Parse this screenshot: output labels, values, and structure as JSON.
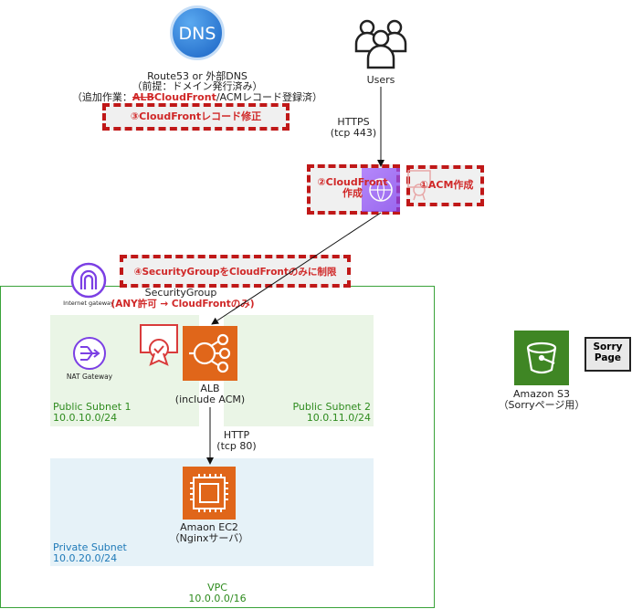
{
  "dns": {
    "icon_text": "DNS",
    "line1": "Route53 or 外部DNS",
    "line2": "（前提：ドメイン発行済み）",
    "line3_prefix": "（追加作業：",
    "line3_strike": "ALB",
    "line3_red": "CloudFront",
    "line3_suffix": "/ACMレコード登録済）"
  },
  "users": {
    "label": "Users"
  },
  "https_label": {
    "line1": "HTTPS",
    "line2": "(tcp 443)"
  },
  "annotations": {
    "a3": "③CloudFrontレコード修正",
    "a2_line1": "②CloudFront",
    "a2_line2": "作成",
    "a1": "①ACM作成",
    "a4": "④SecurityGroupをCloudFrontのみに制限"
  },
  "igw": {
    "label": "Internet gateway"
  },
  "security_group": {
    "label": "SecurityGroup",
    "note": "(ANY許可 → CloudFrontのみ)"
  },
  "nat": {
    "label": "NAT Gateway"
  },
  "alb": {
    "line1": "ALB",
    "line2": "(include ACM)"
  },
  "subnets": {
    "pub1_name": "Public Subnet 1",
    "pub1_cidr": "10.0.10.0/24",
    "pub2_name": "Public Subnet 2",
    "pub2_cidr": "10.0.11.0/24",
    "priv_name": "Private Subnet",
    "priv_cidr": "10.0.20.0/24"
  },
  "http_label": {
    "line1": "HTTP",
    "line2": "(tcp 80)"
  },
  "ec2": {
    "line1": "Amaon EC2",
    "line2": "（Nginxサーバ）"
  },
  "vpc": {
    "name": "VPC",
    "cidr": "10.0.0.0/16"
  },
  "s3": {
    "line1": "Amazon S3",
    "line2": "（Sorryページ用）"
  },
  "sorry": {
    "line1": "Sorry",
    "line2": "Page"
  },
  "colors": {
    "aws_orange": "#e0661a",
    "aws_green": "#3f8624",
    "cloudfront_purple": "#8c4fff",
    "vpc_border": "#3aa23a",
    "annotation_red": "#c01818"
  }
}
